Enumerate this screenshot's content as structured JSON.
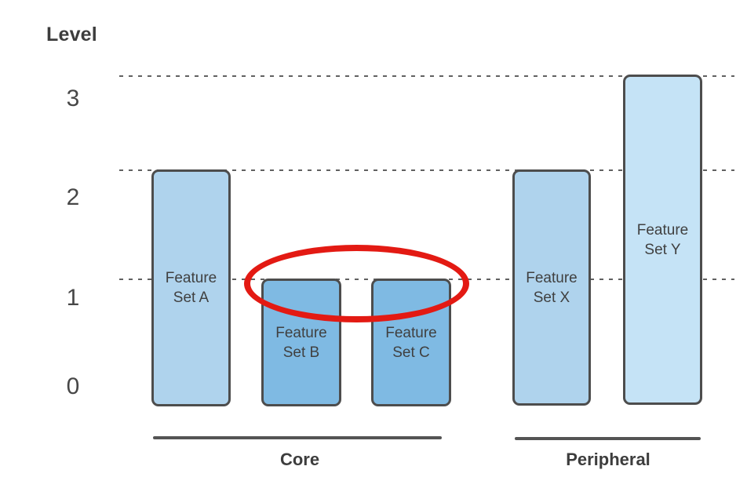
{
  "axis": {
    "title": "Level",
    "ticks": [
      "3",
      "2",
      "1",
      "0"
    ]
  },
  "bars": [
    {
      "name": "Feature Set A",
      "lines": [
        "Feature",
        "Set A"
      ],
      "level": 2,
      "group": "Core",
      "fill": "#afd3ed"
    },
    {
      "name": "Feature Set B",
      "lines": [
        "Feature",
        "Set B"
      ],
      "level": 1,
      "group": "Core",
      "fill": "#7fbae3"
    },
    {
      "name": "Feature Set C",
      "lines": [
        "Feature",
        "Set C"
      ],
      "level": 1,
      "group": "Core",
      "fill": "#7fbae3"
    },
    {
      "name": "Feature Set X",
      "lines": [
        "Feature",
        "Set X"
      ],
      "level": 2,
      "group": "Peripheral",
      "fill": "#afd3ed"
    },
    {
      "name": "Feature Set Y",
      "lines": [
        "Feature",
        "Set Y"
      ],
      "level": 3,
      "group": "Peripheral",
      "fill": "#c5e3f6"
    }
  ],
  "groups": [
    {
      "label": "Core"
    },
    {
      "label": "Peripheral"
    }
  ],
  "annotation": {
    "shape": "ellipse",
    "color": "#e31a13",
    "around": [
      "Feature Set B",
      "Feature Set C"
    ]
  },
  "colors": {
    "bar_light": "#afd3ed",
    "bar_medium": "#7fbae3",
    "bar_lighter": "#c5e3f6",
    "stroke": "#4d4d4d",
    "grid": "#616161",
    "text": "#404040",
    "highlight": "#e31a13",
    "group_line": "#545454"
  },
  "chart_data": {
    "type": "bar",
    "title": "Level",
    "ylabel": "Level",
    "categories": [
      "Feature Set A",
      "Feature Set B",
      "Feature Set C",
      "Feature Set X",
      "Feature Set Y"
    ],
    "values": [
      2,
      1,
      1,
      2,
      3
    ],
    "yticks": [
      0,
      1,
      2,
      3
    ],
    "ylim": [
      0,
      3.2
    ],
    "grid": "dotted horizontal gridlines at levels 1, 2 and 3",
    "legend": "none",
    "groups": [
      {
        "name": "Core",
        "members": [
          "Feature Set A",
          "Feature Set B",
          "Feature Set C"
        ]
      },
      {
        "name": "Peripheral",
        "members": [
          "Feature Set X",
          "Feature Set Y"
        ]
      }
    ],
    "annotations": [
      {
        "type": "ellipse-highlight",
        "color": "#e31a13",
        "targets": [
          "Feature Set B",
          "Feature Set C"
        ]
      }
    ]
  }
}
